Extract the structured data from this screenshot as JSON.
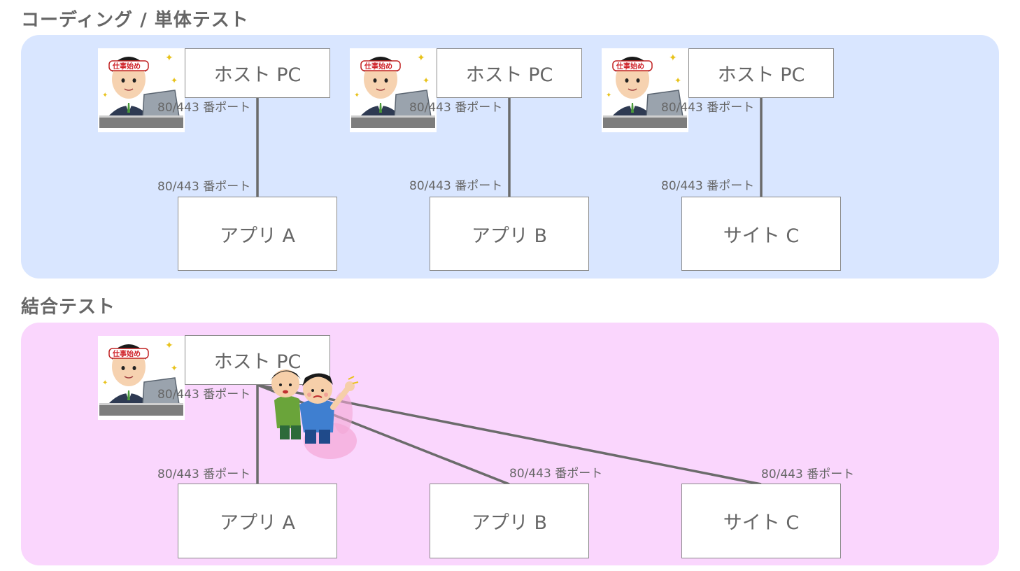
{
  "sections": {
    "unit": {
      "title": "コーディング / 単体テスト"
    },
    "integration": {
      "title": "結合テスト"
    }
  },
  "labels": {
    "host": "ホスト PC",
    "app_a": "アプリ A",
    "app_b": "アプリ B",
    "site_c": "サイト C",
    "port": "80/443 番ポート",
    "headband": "仕事始め"
  },
  "colors": {
    "unit_panel": "#d9e6ff",
    "integration_panel": "#fad6fd",
    "line": "#6b6b6b",
    "text": "#666666"
  },
  "icons": {
    "worker": "office-worker-at-laptop-icon",
    "kids": "fighting-children-icon"
  }
}
